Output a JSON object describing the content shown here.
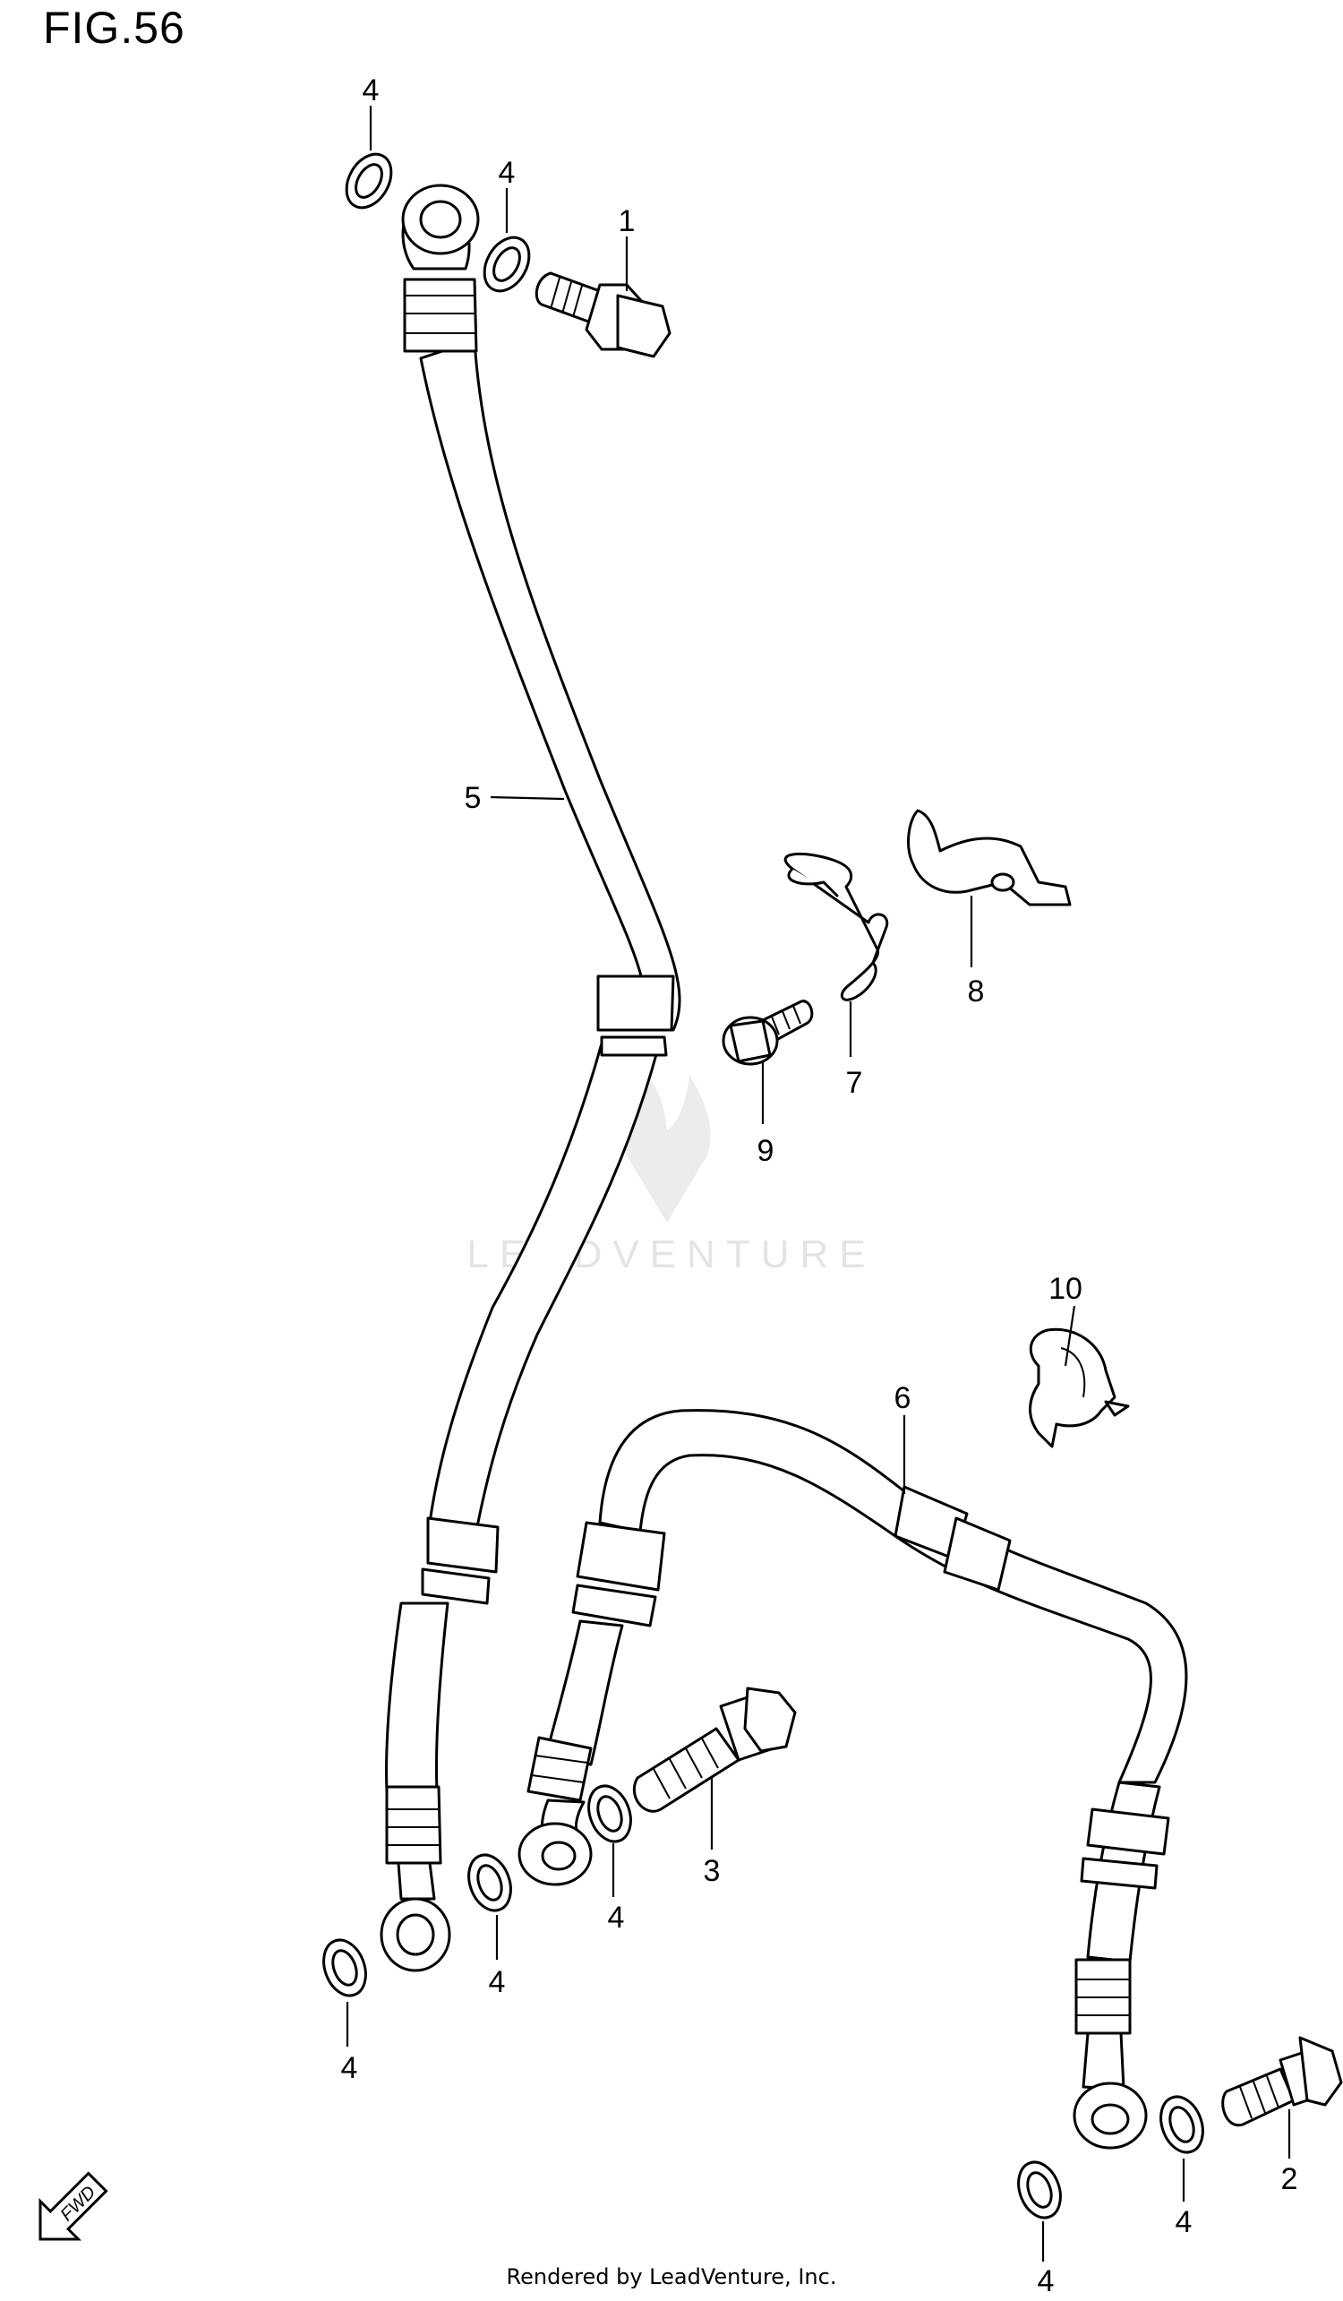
{
  "figure": {
    "title": "FIG.56"
  },
  "watermark": {
    "text": "LEADVENTURE"
  },
  "footer": {
    "text": "Rendered by LeadVenture, Inc."
  },
  "fwd_arrow": {
    "label": "FWD"
  },
  "callouts": [
    {
      "id": "c1",
      "text": "4"
    },
    {
      "id": "c2",
      "text": "4"
    },
    {
      "id": "c3",
      "text": "1"
    },
    {
      "id": "c4",
      "text": "5"
    },
    {
      "id": "c5",
      "text": "8"
    },
    {
      "id": "c6",
      "text": "7"
    },
    {
      "id": "c7",
      "text": "9"
    },
    {
      "id": "c8",
      "text": "10"
    },
    {
      "id": "c9",
      "text": "6"
    },
    {
      "id": "c10",
      "text": "3"
    },
    {
      "id": "c11",
      "text": "4"
    },
    {
      "id": "c12",
      "text": "4"
    },
    {
      "id": "c13",
      "text": "4"
    },
    {
      "id": "c14",
      "text": "2"
    },
    {
      "id": "c15",
      "text": "4"
    },
    {
      "id": "c16",
      "text": "4"
    }
  ]
}
